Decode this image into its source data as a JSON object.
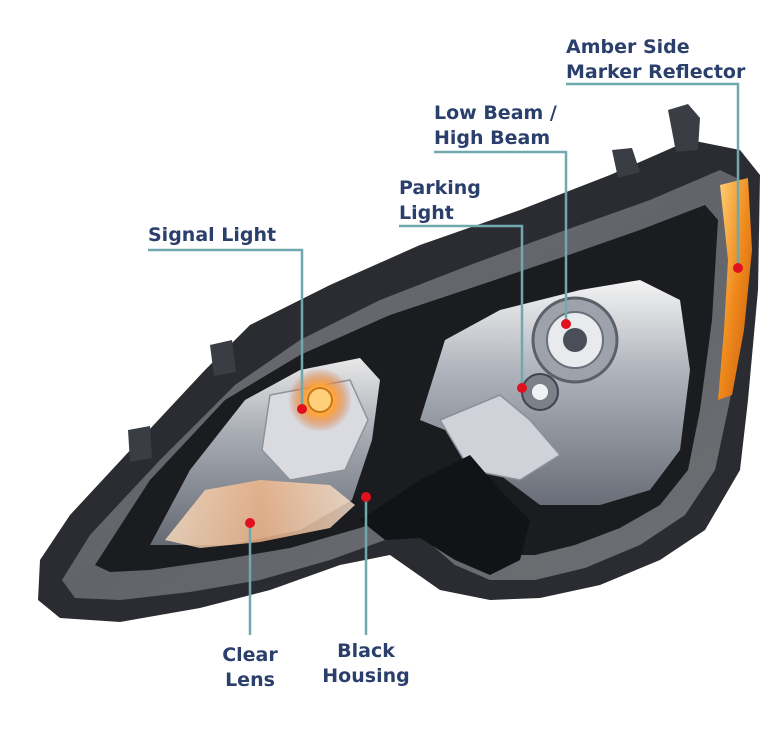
{
  "colors": {
    "label_text": "#2b3f6c",
    "leader_line": "#6fa8ad",
    "marker_dot": "#e0111c"
  },
  "callouts": {
    "amber_side_marker": {
      "line1": "Amber Side",
      "line2": "Marker Reflector"
    },
    "low_high_beam": {
      "line1": "Low Beam /",
      "line2": "High Beam"
    },
    "parking_light": {
      "line1": "Parking",
      "line2": "Light"
    },
    "signal_light": {
      "line1": "Signal Light"
    },
    "clear_lens": {
      "line1": "Clear",
      "line2": "Lens"
    },
    "black_housing": {
      "line1": "Black",
      "line2": "Housing"
    }
  }
}
